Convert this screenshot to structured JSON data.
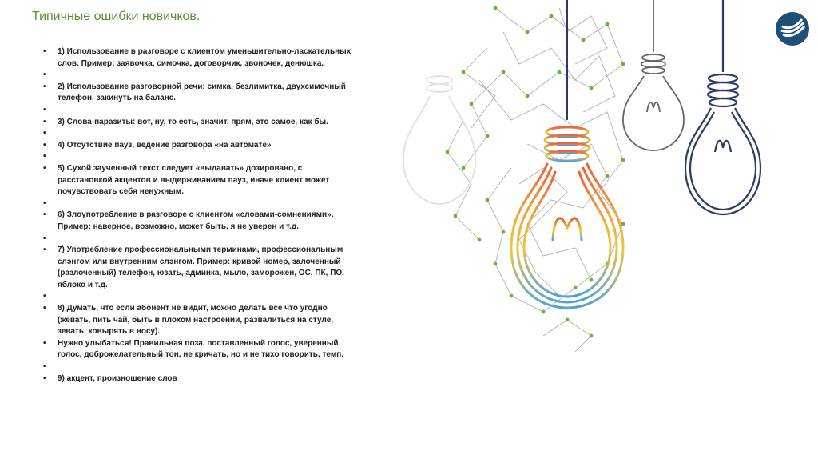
{
  "slide": {
    "title": "Типичные ошибки новичков."
  },
  "bullets": [
    "1) Использование в разговоре с клиентом уменьшительно-ласкательных слов.  Пример: заявочка, симочка, договорчик, звоночек, денюшка.",
    "",
    "2) Использование разговорной речи: симка, безлимитка, двухсимочный телефон, закинуть на баланс.",
    "",
    "3) Слова-паразиты: вот, ну, то есть, значит, прям, это самое, как бы.",
    "",
    "4) Отсутствие пауз, ведение разговора «на автомате»",
    "",
    "5) Сухой заученный текст следует «выдавать» дозировано, с расстановкой акцентов и выдерживанием пауз, иначе клиент может почувствовать себя ненужным.",
    "",
    "6) Злоупотребление в разговоре с клиентом «словами-сомнениями». Пример: наверное, возможно, может быть, я не уверен и т.д.",
    "",
    "7) Употребление профессиональными терминами, профессиональным слэнгом или внутренним слэнгом.  Пример: кривой номер, залоченный (разлоченный) телефон, юзать, админка, мыло, заморожен, ОС, ПК, ПО, яблоко и т.д.",
    "",
    "8) Думать, что если абонент не видит, можно делать все что угодно (жевать, пить чай, быть в плохом настроении, развалиться на стуле, зевать, ковырять в носу).",
    "Нужно улыбаться! Правильная поза, поставленный голос, уверенный голос, доброжелательный тон, не кричать, но и не тихо говорить, темп.",
    "",
    "9) акцент, произношение слов"
  ],
  "colors": {
    "title": "#5a8f3a",
    "logo": "#1f4e79",
    "network_nodes": "#6fb33f",
    "network_lines": "#9a9a9a"
  },
  "icons": {
    "logo": "bank-logo-icon",
    "art": "lightbulb-illustration"
  }
}
